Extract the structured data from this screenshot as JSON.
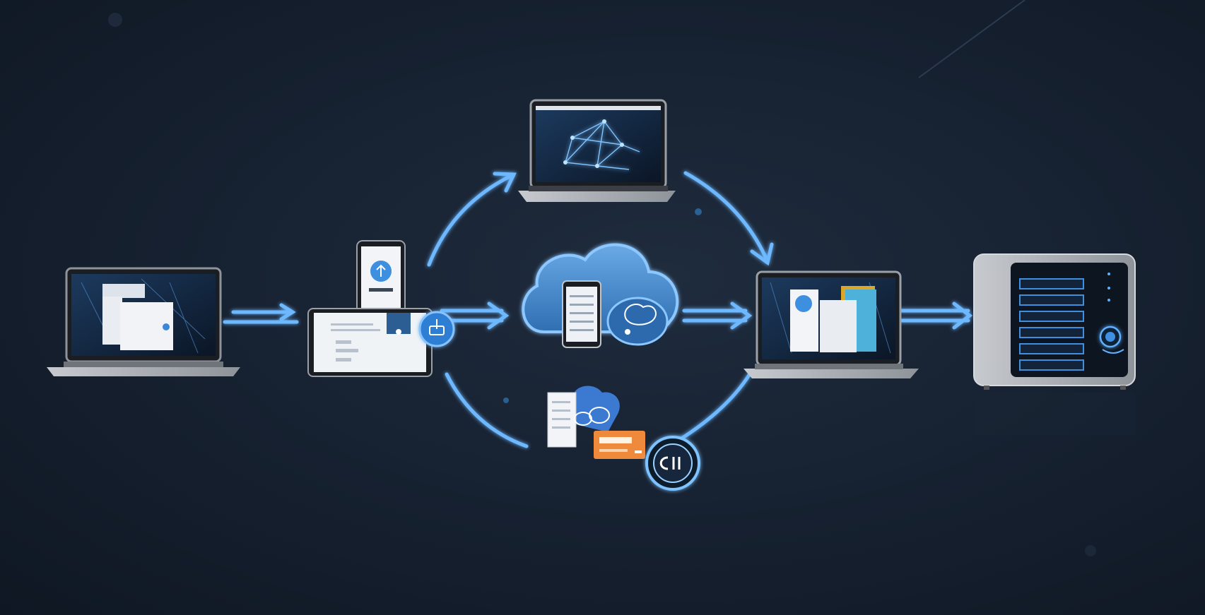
{
  "diagram": {
    "nodes": [
      {
        "id": "laptop-left",
        "kind": "laptop",
        "icon": "laptop-icon",
        "screen": "documents-on-network"
      },
      {
        "id": "phone-tablet",
        "kind": "mobile-devices",
        "icon": "smartphone-icon",
        "screen": "app-with-upload"
      },
      {
        "id": "laptop-top",
        "kind": "laptop",
        "icon": "laptop-icon",
        "screen": "network-graph"
      },
      {
        "id": "cloud",
        "kind": "cloud-service",
        "icon": "cloud-icon"
      },
      {
        "id": "files-cards",
        "kind": "documents",
        "icon": "document-icon"
      },
      {
        "id": "sync-badge",
        "kind": "badge",
        "icon": "sync-badge-icon"
      },
      {
        "id": "laptop-right",
        "kind": "laptop",
        "icon": "laptop-icon",
        "screen": "documents-on-network"
      },
      {
        "id": "server",
        "kind": "storage-server",
        "icon": "server-icon"
      }
    ],
    "edges": [
      {
        "from": "laptop-left",
        "to": "phone-tablet",
        "style": "double-arrow"
      },
      {
        "from": "phone-tablet",
        "to": "cloud",
        "style": "double-arrow"
      },
      {
        "from": "phone-tablet",
        "to": "laptop-top",
        "style": "curved-arrow"
      },
      {
        "from": "laptop-top",
        "to": "laptop-right",
        "style": "curved-arrow"
      },
      {
        "from": "phone-tablet",
        "to": "laptop-right",
        "style": "curved-line-via-files"
      },
      {
        "from": "cloud",
        "to": "laptop-right",
        "style": "double-arrow"
      },
      {
        "from": "laptop-right",
        "to": "server",
        "style": "double-arrow"
      }
    ]
  },
  "colors": {
    "background": "#172232",
    "accent": "#6db8ff",
    "accent_glow": "#3f8fe0",
    "cloud_fill": "#4f93d6",
    "device_frame": "#a9adb3",
    "orange_card": "#ef8a3c"
  }
}
